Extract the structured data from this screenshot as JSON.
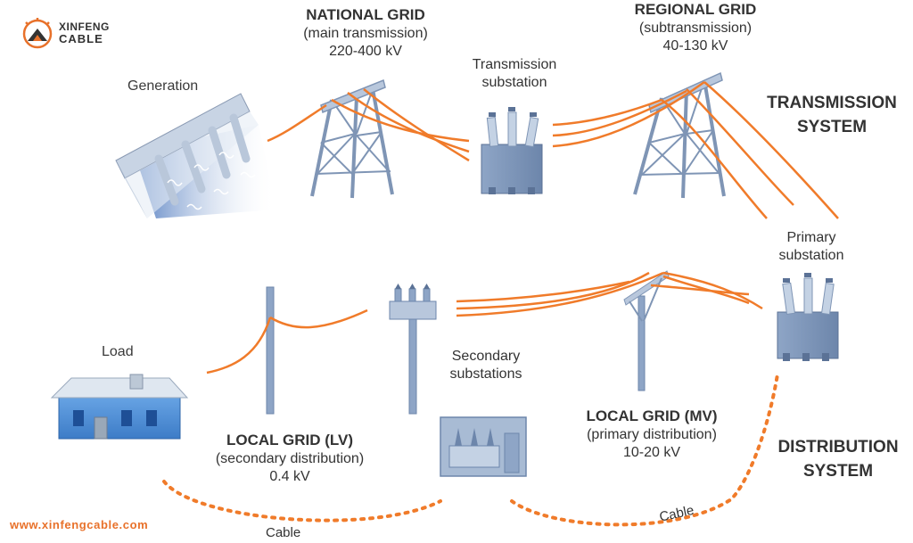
{
  "brand": {
    "name_line1": "XINFENG",
    "name_line2": "CABLE",
    "website": "www.xinfengcable.com",
    "accent_color": "#e8712a"
  },
  "labels": {
    "generation": "Generation",
    "national_grid": {
      "title": "NATIONAL GRID",
      "subtitle": "(main transmission)",
      "voltage": "220-400 kV"
    },
    "transmission_substation": {
      "line1": "Transmission",
      "line2": "substation"
    },
    "regional_grid": {
      "title": "REGIONAL GRID",
      "subtitle": "(subtransmission)",
      "voltage": "40-130 kV"
    },
    "transmission_system": {
      "line1": "TRANSMISSION",
      "line2": "SYSTEM"
    },
    "primary_substation": {
      "line1": "Primary",
      "line2": "substation"
    },
    "load": "Load",
    "secondary_substations": {
      "line1": "Secondary",
      "line2": "substations"
    },
    "local_grid_lv": {
      "title": "LOCAL GRID (LV)",
      "subtitle": "(secondary distribution)",
      "voltage": "0.4 kV"
    },
    "local_grid_mv": {
      "title": "LOCAL GRID (MV)",
      "subtitle": "(primary distribution)",
      "voltage": "10-20 kV"
    },
    "distribution_system": {
      "line1": "DISTRIBUTION",
      "line2": "SYSTEM"
    },
    "cable_left": "Cable",
    "cable_right": "Cable"
  },
  "colors": {
    "wire": "#f07b2a",
    "steel": "#7f95b5",
    "steel_light": "#b8c7dc",
    "house": "#4f8fd6"
  }
}
